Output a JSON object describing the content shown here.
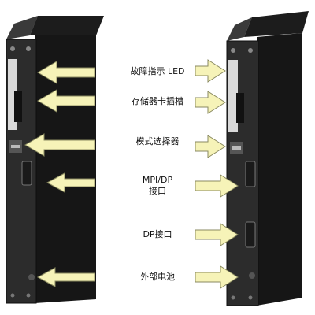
{
  "colors": {
    "arrow_fill": "#f6f3b8",
    "arrow_stroke": "#8a8a60",
    "module_body": "#2a2a2a",
    "module_edge": "#111111",
    "background": "#ffffff"
  },
  "labels": [
    {
      "id": "fault-led",
      "text": "故障指示 LED"
    },
    {
      "id": "memory-card-slot",
      "text": "存储器卡插槽"
    },
    {
      "id": "mode-selector",
      "text": "模式选择器"
    },
    {
      "id": "mpi-dp-interface",
      "text": "MPI/DP",
      "text2": "接口"
    },
    {
      "id": "dp-interface",
      "text": "DP接口"
    },
    {
      "id": "external-battery",
      "text": "外部电池"
    }
  ]
}
